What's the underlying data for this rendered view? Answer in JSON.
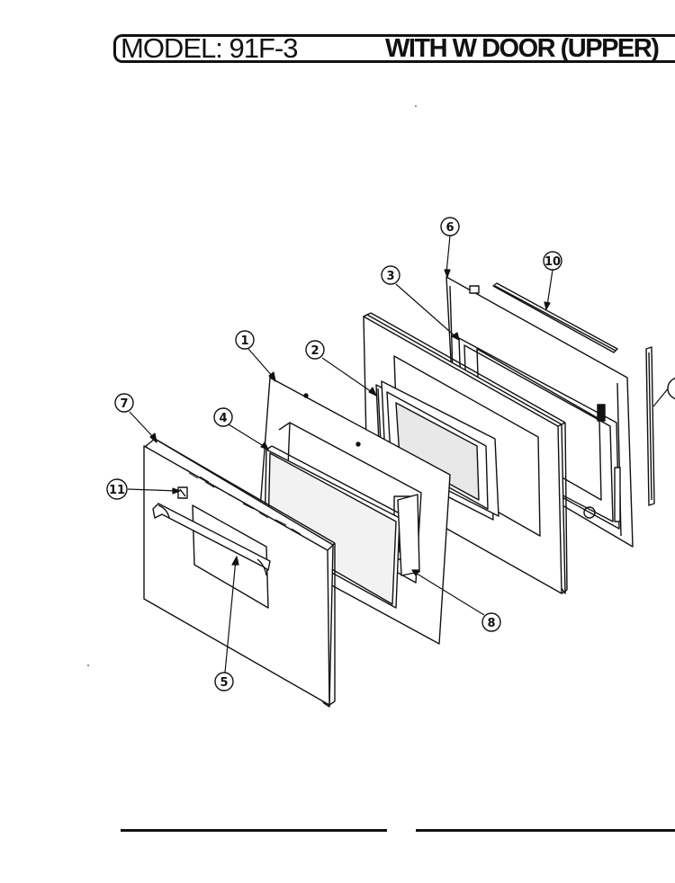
{
  "header": {
    "model": "MODEL: 91F-3",
    "title": "WITH W DOOR (UPPER)"
  },
  "callouts": {
    "c1": "1",
    "c2": "2",
    "c3": "3",
    "c4": "4",
    "c5": "5",
    "c6": "6",
    "c7": "7",
    "c8": "8",
    "c10": "10",
    "c11": "11"
  },
  "colors": {
    "ink": "#111111",
    "paper": "#ffffff"
  }
}
